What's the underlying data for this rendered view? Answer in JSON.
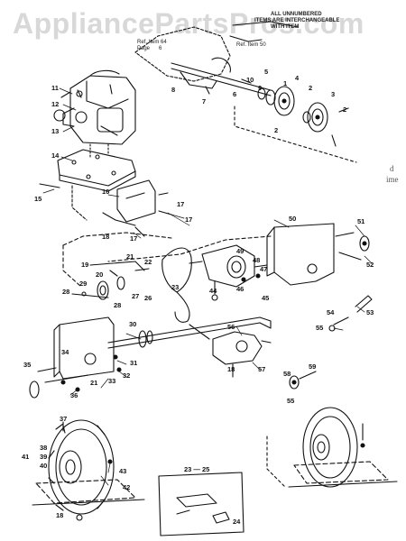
{
  "watermark": "AppliancePartsPros.com",
  "note": {
    "line1": "ALL UNNUMBERED",
    "line2": "ITEMS ARE INTERCHANGEABLE",
    "line3": "WITH ITEM"
  },
  "refs": {
    "ref64": "Ref. Item 64",
    "page": "Page",
    "page_num": "6",
    "ref50": "Ref. Item 50"
  },
  "side_text": {
    "a": "d",
    "b": "ime"
  },
  "callouts": {
    "c1": "1",
    "c2": "2",
    "c2b": "2",
    "c2c": "2",
    "c3": "3",
    "c4": "4",
    "c5": "5",
    "c6": "6",
    "c7": "7",
    "c8": "8",
    "c9": "9",
    "c10": "10",
    "c11": "11",
    "c12": "12",
    "c13": "13",
    "c14": "14",
    "c15": "15",
    "c16": "16",
    "c17a": "17",
    "c17b": "17",
    "c17c": "17",
    "c18a": "18",
    "c18b": "18",
    "c18c": "18",
    "c19": "19",
    "c20": "20",
    "c21a": "21",
    "c21b": "21",
    "c22": "22",
    "c23": "23",
    "c2325": "23 — 25",
    "c24": "24",
    "c26": "26",
    "c27": "27",
    "c28a": "28",
    "c28b": "28",
    "c29": "29",
    "c30": "30",
    "c31": "31",
    "c32": "32",
    "c33": "33",
    "c34": "34",
    "c35": "35",
    "c36": "36",
    "c37": "37",
    "c38": "38",
    "c39": "39",
    "c40": "40",
    "c41": "41",
    "c42": "42",
    "c43": "43",
    "c44": "44",
    "c45": "45",
    "c46": "46",
    "c47": "47",
    "c48": "48",
    "c49": "49",
    "c50": "50",
    "c51": "51",
    "c52": "52",
    "c53": "53",
    "c54": "54",
    "c55a": "55",
    "c55b": "55",
    "c56": "56",
    "c57": "57",
    "c58": "58",
    "c59": "59"
  }
}
